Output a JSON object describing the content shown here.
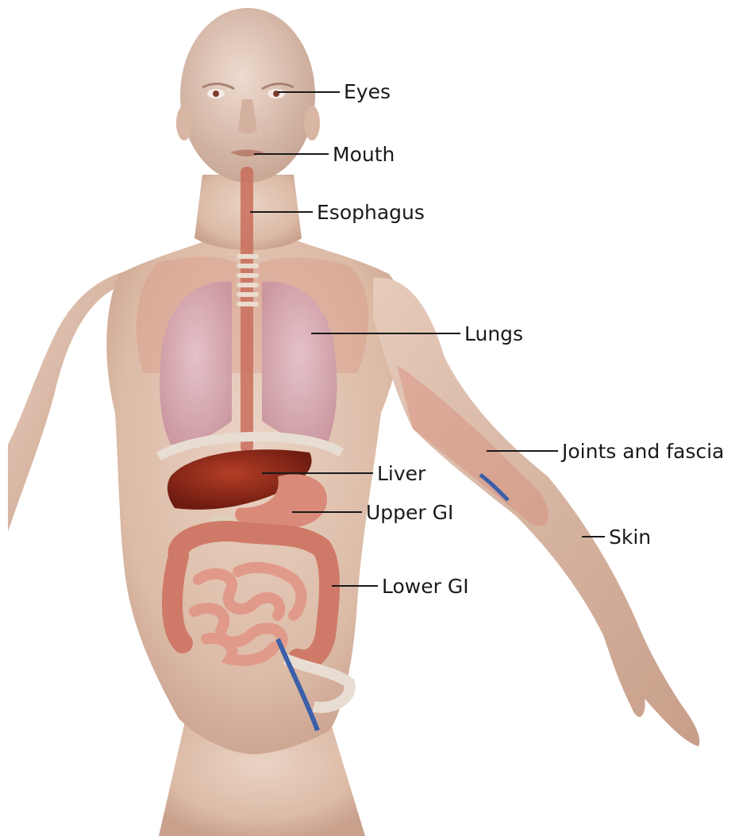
{
  "labels": {
    "eyes": "Eyes",
    "mouth": "Mouth",
    "esophagus": "Esophagus",
    "lungs": "Lungs",
    "joints": "Joints and fascia",
    "liver": "Liver",
    "upper_gi": "Upper GI",
    "skin": "Skin",
    "lower_gi": "Lower GI"
  },
  "colors": {
    "skin": "#e3c7b6",
    "skin_shadow": "#c9a794",
    "lung": "#d9b0bb",
    "liver": "#8e2a1a",
    "intestine": "#d98272",
    "esophagus": "#c96f5c",
    "muscle": "#d68472",
    "vessel": "#3b5fa8"
  }
}
